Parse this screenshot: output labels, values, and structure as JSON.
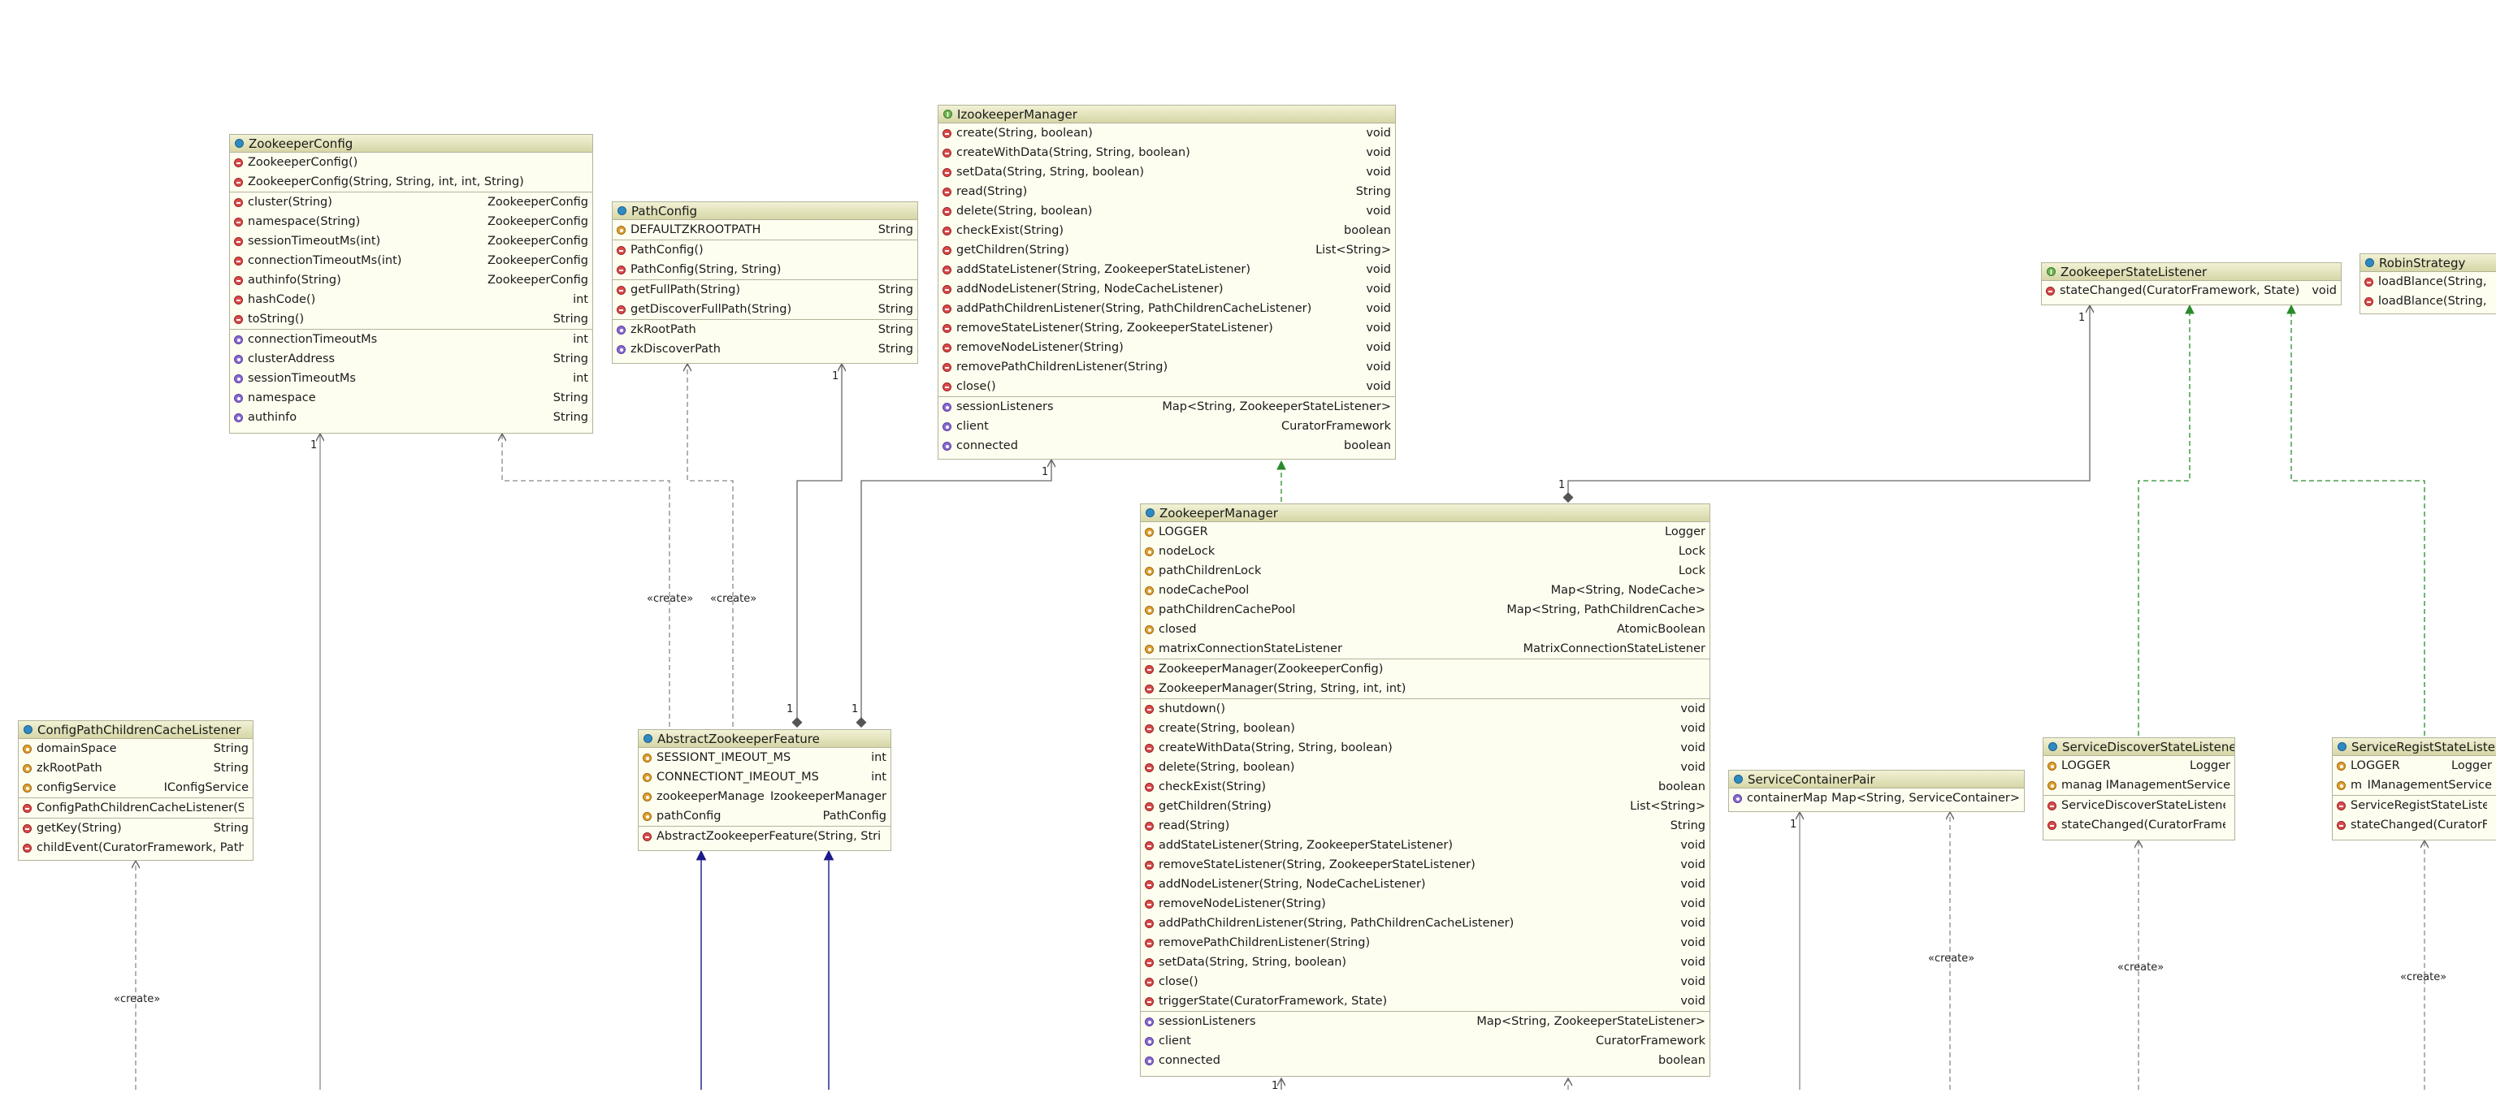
{
  "classes": {
    "zookeeper_config": {
      "name": "ZookeeperConfig",
      "kind": "class",
      "sections": [
        [
          {
            "icon": "method",
            "name": "ZookeeperConfig()",
            "type": ""
          },
          {
            "icon": "method",
            "name": "ZookeeperConfig(String, String, int, int, String)",
            "type": ""
          }
        ],
        [
          {
            "icon": "method",
            "name": "cluster(String)",
            "type": "ZookeeperConfig"
          },
          {
            "icon": "method",
            "name": "namespace(String)",
            "type": "ZookeeperConfig"
          },
          {
            "icon": "method",
            "name": "sessionTimeoutMs(int)",
            "type": "ZookeeperConfig"
          },
          {
            "icon": "method",
            "name": "connectionTimeoutMs(int)",
            "type": "ZookeeperConfig"
          },
          {
            "icon": "method",
            "name": "authinfo(String)",
            "type": "ZookeeperConfig"
          },
          {
            "icon": "method",
            "name": "hashCode()",
            "type": "int"
          },
          {
            "icon": "method",
            "name": "toString()",
            "type": "String"
          }
        ],
        [
          {
            "icon": "field",
            "name": "connectionTimeoutMs",
            "type": "int"
          },
          {
            "icon": "field",
            "name": "clusterAddress",
            "type": "String"
          },
          {
            "icon": "field",
            "name": "sessionTimeoutMs",
            "type": "int"
          },
          {
            "icon": "field",
            "name": "namespace",
            "type": "String"
          },
          {
            "icon": "field",
            "name": "authinfo",
            "type": "String"
          }
        ]
      ]
    },
    "path_config": {
      "name": "PathConfig",
      "kind": "class",
      "sections": [
        [
          {
            "icon": "static-field",
            "name": "DEFAULTZKROOTPATH",
            "type": "String"
          }
        ],
        [
          {
            "icon": "method",
            "name": "PathConfig()",
            "type": ""
          },
          {
            "icon": "method",
            "name": "PathConfig(String, String)",
            "type": ""
          }
        ],
        [
          {
            "icon": "method",
            "name": "getFullPath(String)",
            "type": "String"
          },
          {
            "icon": "method",
            "name": "getDiscoverFullPath(String)",
            "type": "String"
          }
        ],
        [
          {
            "icon": "field",
            "name": "zkRootPath",
            "type": "String"
          },
          {
            "icon": "field",
            "name": "zkDiscoverPath",
            "type": "String"
          }
        ]
      ]
    },
    "izookeeper_manager": {
      "name": "IzookeeperManager",
      "kind": "interface",
      "sections": [
        [
          {
            "icon": "method",
            "name": "create(String, boolean)",
            "type": "void"
          },
          {
            "icon": "method",
            "name": "createWithData(String, String, boolean)",
            "type": "void"
          },
          {
            "icon": "method",
            "name": "setData(String, String, boolean)",
            "type": "void"
          },
          {
            "icon": "method",
            "name": "read(String)",
            "type": "String"
          },
          {
            "icon": "method",
            "name": "delete(String, boolean)",
            "type": "void"
          },
          {
            "icon": "method",
            "name": "checkExist(String)",
            "type": "boolean"
          },
          {
            "icon": "method",
            "name": "getChildren(String)",
            "type": "List<String>"
          },
          {
            "icon": "method",
            "name": "addStateListener(String, ZookeeperStateListener)",
            "type": "void"
          },
          {
            "icon": "method",
            "name": "addNodeListener(String, NodeCacheListener)",
            "type": "void"
          },
          {
            "icon": "method",
            "name": "addPathChildrenListener(String, PathChildrenCacheListener)",
            "type": "void"
          },
          {
            "icon": "method",
            "name": "removeStateListener(String, ZookeeperStateListener)",
            "type": "void"
          },
          {
            "icon": "method",
            "name": "removeNodeListener(String)",
            "type": "void"
          },
          {
            "icon": "method",
            "name": "removePathChildrenListener(String)",
            "type": "void"
          },
          {
            "icon": "method",
            "name": "close()",
            "type": "void"
          }
        ],
        [
          {
            "icon": "field",
            "name": "sessionListeners",
            "type": "Map<String, ZookeeperStateListener>"
          },
          {
            "icon": "field",
            "name": "client",
            "type": "CuratorFramework"
          },
          {
            "icon": "field",
            "name": "connected",
            "type": "boolean"
          }
        ]
      ]
    },
    "zookeeper_state_listener": {
      "name": "ZookeeperStateListener",
      "kind": "interface",
      "sections": [
        [
          {
            "icon": "method",
            "name": "stateChanged(CuratorFramework, State)",
            "type": "void"
          }
        ]
      ]
    },
    "robin_strategy": {
      "name": "RobinStrategy",
      "kind": "class",
      "sections": [
        [
          {
            "icon": "method",
            "name": "loadBlance(String, St",
            "type": ""
          },
          {
            "icon": "method",
            "name": "loadBlance(String, St",
            "type": ""
          }
        ]
      ]
    },
    "zookeeper_manager": {
      "name": "ZookeeperManager",
      "kind": "class",
      "sections": [
        [
          {
            "icon": "static-field",
            "name": "LOGGER",
            "type": "Logger"
          },
          {
            "icon": "static-field",
            "name": "nodeLock",
            "type": "Lock"
          },
          {
            "icon": "static-field",
            "name": "pathChildrenLock",
            "type": "Lock"
          },
          {
            "icon": "static-field",
            "name": "nodeCachePool",
            "type": "Map<String, NodeCache>"
          },
          {
            "icon": "static-field",
            "name": "pathChildrenCachePool",
            "type": "Map<String, PathChildrenCache>"
          },
          {
            "icon": "static-field",
            "name": "closed",
            "type": "AtomicBoolean"
          },
          {
            "icon": "static-field",
            "name": "matrixConnectionStateListener",
            "type": "MatrixConnectionStateListener"
          }
        ],
        [
          {
            "icon": "method",
            "name": "ZookeeperManager(ZookeeperConfig)",
            "type": ""
          },
          {
            "icon": "method",
            "name": "ZookeeperManager(String, String, int, int)",
            "type": ""
          }
        ],
        [
          {
            "icon": "method",
            "name": "shutdown()",
            "type": "void"
          },
          {
            "icon": "method",
            "name": "create(String, boolean)",
            "type": "void"
          },
          {
            "icon": "method",
            "name": "createWithData(String, String, boolean)",
            "type": "void"
          },
          {
            "icon": "method",
            "name": "delete(String, boolean)",
            "type": "void"
          },
          {
            "icon": "method",
            "name": "checkExist(String)",
            "type": "boolean"
          },
          {
            "icon": "method",
            "name": "getChildren(String)",
            "type": "List<String>"
          },
          {
            "icon": "method",
            "name": "read(String)",
            "type": "String"
          },
          {
            "icon": "method",
            "name": "addStateListener(String, ZookeeperStateListener)",
            "type": "void"
          },
          {
            "icon": "method",
            "name": "removeStateListener(String, ZookeeperStateListener)",
            "type": "void"
          },
          {
            "icon": "method",
            "name": "addNodeListener(String, NodeCacheListener)",
            "type": "void"
          },
          {
            "icon": "method",
            "name": "removeNodeListener(String)",
            "type": "void"
          },
          {
            "icon": "method",
            "name": "addPathChildrenListener(String, PathChildrenCacheListener)",
            "type": "void"
          },
          {
            "icon": "method",
            "name": "removePathChildrenListener(String)",
            "type": "void"
          },
          {
            "icon": "method",
            "name": "setData(String, String, boolean)",
            "type": "void"
          },
          {
            "icon": "method",
            "name": "close()",
            "type": "void"
          },
          {
            "icon": "method",
            "name": "triggerState(CuratorFramework, State)",
            "type": "void"
          }
        ],
        [
          {
            "icon": "field",
            "name": "sessionListeners",
            "type": "Map<String, ZookeeperStateListener>"
          },
          {
            "icon": "field",
            "name": "client",
            "type": "CuratorFramework"
          },
          {
            "icon": "field",
            "name": "connected",
            "type": "boolean"
          }
        ]
      ]
    },
    "config_path_children_cache_listener": {
      "name": "ConfigPathChildrenCacheListener",
      "kind": "class",
      "sections": [
        [
          {
            "icon": "static-field",
            "name": "domainSpace",
            "type": "String"
          },
          {
            "icon": "static-field",
            "name": "zkRootPath",
            "type": "String"
          },
          {
            "icon": "static-field",
            "name": "configService",
            "type": "IConfigService"
          }
        ],
        [
          {
            "icon": "method",
            "name": "ConfigPathChildrenCacheListener(Stri",
            "type": ""
          }
        ],
        [
          {
            "icon": "method",
            "name": "getKey(String)",
            "type": "String"
          },
          {
            "icon": "method",
            "name": "childEvent(CuratorFramework, PathCh",
            "type": ""
          }
        ]
      ]
    },
    "abstract_zookeeper_feature": {
      "name": "AbstractZookeeperFeature",
      "kind": "class",
      "sections": [
        [
          {
            "icon": "static-field",
            "name": "SESSIONT_IMEOUT_MS",
            "type": "int"
          },
          {
            "icon": "static-field",
            "name": "CONNECTIONT_IMEOUT_MS",
            "type": "int"
          },
          {
            "icon": "static-field",
            "name": "zookeeperManager",
            "type": "IzookeeperManager"
          },
          {
            "icon": "static-field",
            "name": "pathConfig",
            "type": "PathConfig"
          }
        ],
        [
          {
            "icon": "method",
            "name": "AbstractZookeeperFeature(String, String,",
            "type": ""
          }
        ]
      ]
    },
    "service_container_pair": {
      "name": "ServiceContainerPair",
      "kind": "class",
      "sections": [
        [
          {
            "icon": "field",
            "name": "containerMap",
            "type": "Map<String, ServiceContainer>"
          }
        ]
      ]
    },
    "service_discover_state_listener": {
      "name": "ServiceDiscoverStateListener",
      "kind": "class",
      "sections": [
        [
          {
            "icon": "static-field",
            "name": "LOGGER",
            "type": "Logger"
          },
          {
            "icon": "static-field",
            "name": "managementService",
            "type": "IManagementService"
          }
        ],
        [
          {
            "icon": "method",
            "name": "ServiceDiscoverStateListener(I",
            "type": ""
          },
          {
            "icon": "method",
            "name": "stateChanged(CuratorFramew",
            "type": ""
          }
        ]
      ]
    },
    "service_regist_state_listener": {
      "name": "ServiceRegistStateListener",
      "kind": "class",
      "sections": [
        [
          {
            "icon": "static-field",
            "name": "LOGGER",
            "type": "Logger"
          },
          {
            "icon": "static-field",
            "name": "managementService",
            "type": "IManagementService"
          }
        ],
        [
          {
            "icon": "method",
            "name": "ServiceRegistStateListene",
            "type": ""
          },
          {
            "icon": "method",
            "name": "stateChanged(CuratorFram",
            "type": ""
          }
        ]
      ]
    }
  },
  "labels": {
    "create_stereotype": "«create»",
    "multiplicity_one": "1"
  },
  "colors": {
    "class_header_top": "#f2f2d6",
    "class_header_bottom": "#d6d6a6",
    "class_body": "#fefef0",
    "class_border": "#b3b39a",
    "dependency_line": "#888888",
    "realization_line": "#2a8a2a",
    "generalization_line": "#1a1a8a"
  }
}
